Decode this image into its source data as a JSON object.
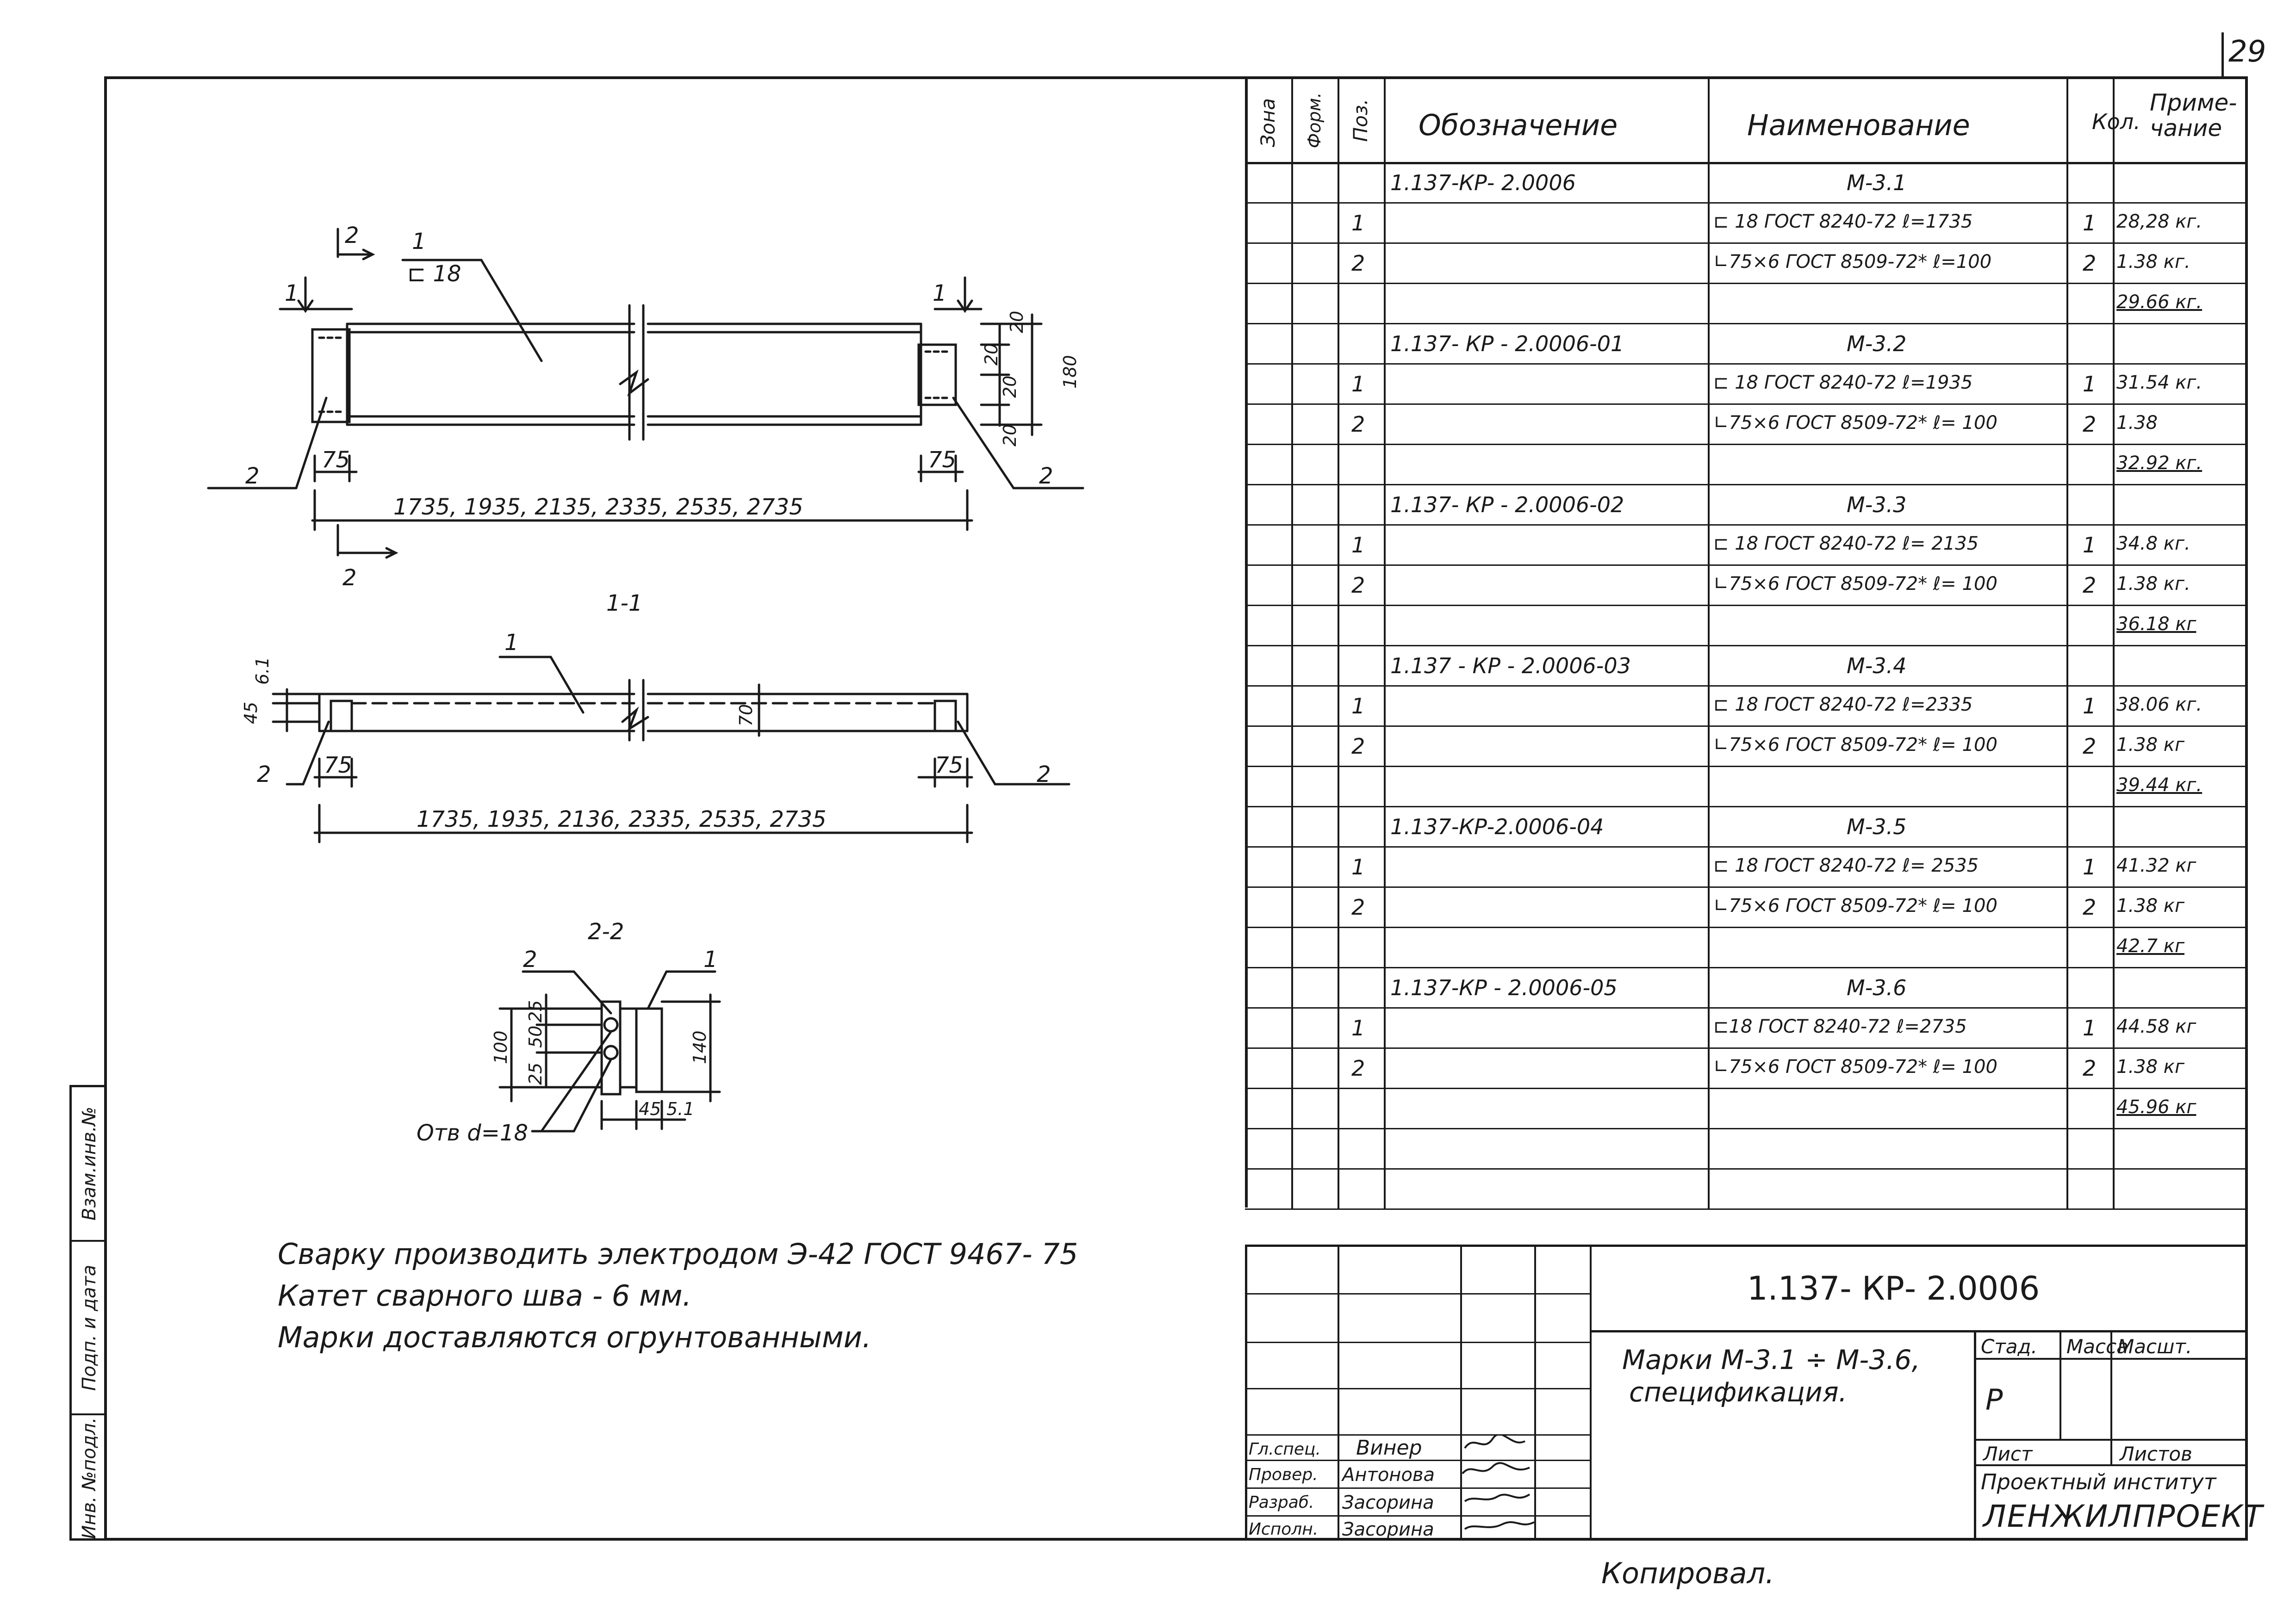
{
  "page_number": "29",
  "spec_headers": {
    "zone": "Зона",
    "format": "Форм.",
    "pos": "Поз.",
    "designation": "Обозначение",
    "name": "Наименование",
    "qty": "Кол.",
    "note": "Приме-\nчание"
  },
  "spec_rows": [
    {
      "pos": "",
      "designation": "1.137-КР- 2.0006",
      "name": "М-3.1",
      "qty": "",
      "note": ""
    },
    {
      "pos": "1",
      "designation": "",
      "name": "⊏ 18 ГОСТ 8240-72   ℓ=1735",
      "qty": "1",
      "note": "28,28 кг."
    },
    {
      "pos": "2",
      "designation": "",
      "name": "∟75×6 ГОСТ 8509-72* ℓ=100",
      "qty": "2",
      "note": "1.38 кг."
    },
    {
      "pos": "",
      "designation": "",
      "name": "",
      "qty": "",
      "note": "29.66 кг."
    },
    {
      "pos": "",
      "designation": "1.137- КР - 2.0006-01",
      "name": "М-3.2",
      "qty": "",
      "note": ""
    },
    {
      "pos": "1",
      "designation": "",
      "name": "⊏ 18 ГОСТ 8240-72   ℓ=1935",
      "qty": "1",
      "note": "31.54 кг."
    },
    {
      "pos": "2",
      "designation": "",
      "name": "∟75×6 ГОСТ 8509-72* ℓ= 100",
      "qty": "2",
      "note": "1.38"
    },
    {
      "pos": "",
      "designation": "",
      "name": "",
      "qty": "",
      "note": "32.92 кг."
    },
    {
      "pos": "",
      "designation": "1.137- КР - 2.0006-02",
      "name": "М-3.3",
      "qty": "",
      "note": ""
    },
    {
      "pos": "1",
      "designation": "",
      "name": "⊏ 18 ГОСТ 8240-72  ℓ= 2135",
      "qty": "1",
      "note": "34.8 кг."
    },
    {
      "pos": "2",
      "designation": "",
      "name": "∟75×6 ГОСТ 8509-72* ℓ= 100",
      "qty": "2",
      "note": "1.38 кг."
    },
    {
      "pos": "",
      "designation": "",
      "name": "",
      "qty": "",
      "note": "36.18 кг"
    },
    {
      "pos": "",
      "designation": "1.137 - КР - 2.0006-03",
      "name": "М-3.4",
      "qty": "",
      "note": ""
    },
    {
      "pos": "1",
      "designation": "",
      "name": "⊏ 18 ГОСТ 8240-72  ℓ=2335",
      "qty": "1",
      "note": "38.06 кг."
    },
    {
      "pos": "2",
      "designation": "",
      "name": "∟75×6 ГОСТ 8509-72* ℓ= 100",
      "qty": "2",
      "note": "1.38 кг"
    },
    {
      "pos": "",
      "designation": "",
      "name": "",
      "qty": "",
      "note": "39.44 кг."
    },
    {
      "pos": "",
      "designation": "1.137-КР-2.0006-04",
      "name": "М-3.5",
      "qty": "",
      "note": ""
    },
    {
      "pos": "1",
      "designation": "",
      "name": "⊏ 18 ГОСТ 8240-72  ℓ= 2535",
      "qty": "1",
      "note": "41.32 кг"
    },
    {
      "pos": "2",
      "designation": "",
      "name": "∟75×6 ГОСТ 8509-72* ℓ= 100",
      "qty": "2",
      "note": "1.38 кг"
    },
    {
      "pos": "",
      "designation": "",
      "name": "",
      "qty": "",
      "note": "42.7 кг"
    },
    {
      "pos": "",
      "designation": "1.137-КР - 2.0006-05",
      "name": "М-3.6",
      "qty": "",
      "note": ""
    },
    {
      "pos": "1",
      "designation": "",
      "name": "⊏18 ГОСТ 8240-72   ℓ=2735",
      "qty": "1",
      "note": "44.58 кг"
    },
    {
      "pos": "2",
      "designation": "",
      "name": "∟75×6 ГОСТ 8509-72* ℓ= 100",
      "qty": "2",
      "note": "1.38 кг"
    },
    {
      "pos": "",
      "designation": "",
      "name": "",
      "qty": "",
      "note": "45.96 кг"
    },
    {
      "pos": "",
      "designation": "",
      "name": "",
      "qty": "",
      "note": ""
    },
    {
      "pos": "",
      "designation": "",
      "name": "",
      "qty": "",
      "note": ""
    }
  ],
  "drawing": {
    "view1": {
      "section_marks": [
        "1",
        "1",
        "2",
        "2"
      ],
      "label_channel": "⊏ 18",
      "callouts": [
        "1",
        "2",
        "2"
      ],
      "dims": [
        "75",
        "75",
        "20",
        "20",
        "20",
        "20",
        "180"
      ],
      "length_text": "1735, 1935, 2135, 2335, 2535, 2735"
    },
    "view2": {
      "title": "1-1",
      "callouts": [
        "1",
        "2",
        "2"
      ],
      "dims": [
        "45",
        "6.1",
        "70",
        "75",
        "75"
      ],
      "length_text": "1735, 1935, 2136, 2335, 2535, 2735"
    },
    "view3": {
      "title": "2-2",
      "callouts": [
        "2",
        "1"
      ],
      "dims": [
        "25",
        "50",
        "25",
        "100",
        "140",
        "45",
        "5.1"
      ],
      "hole_label": "Отв d=18"
    }
  },
  "notes": [
    "Сварку производить электродом Э-42  ГОСТ 9467- 75",
    "Катет сварного шва -  6 мм.",
    "Марки доставляются огрунтованными."
  ],
  "side_stamp": [
    "Взам.инв.№",
    "Подп. и дата",
    "Инв. №подл."
  ],
  "title_block": {
    "doc_code": "1.137- КР- 2.0006",
    "title_line1": "Марки  М-3.1 ÷ М-3.6,",
    "title_line2": "спецификация.",
    "stage_label": "Стад.",
    "mass_label": "Масса",
    "scale_label": "Масшт.",
    "stage_value": "Р",
    "sheet_label": "Лист",
    "sheets_label": "Листов",
    "org_line1": "Проектный институт",
    "org_line2": "ЛЕНЖИЛПРОЕКТ",
    "signatures": [
      {
        "role": "Гл.спец.",
        "name": "Винер"
      },
      {
        "role": "Провер.",
        "name": "Антонова"
      },
      {
        "role": "Разраб.",
        "name": "Засорина"
      },
      {
        "role": "Исполн.",
        "name": "Засорина"
      }
    ]
  },
  "copied_label": "Копировал."
}
